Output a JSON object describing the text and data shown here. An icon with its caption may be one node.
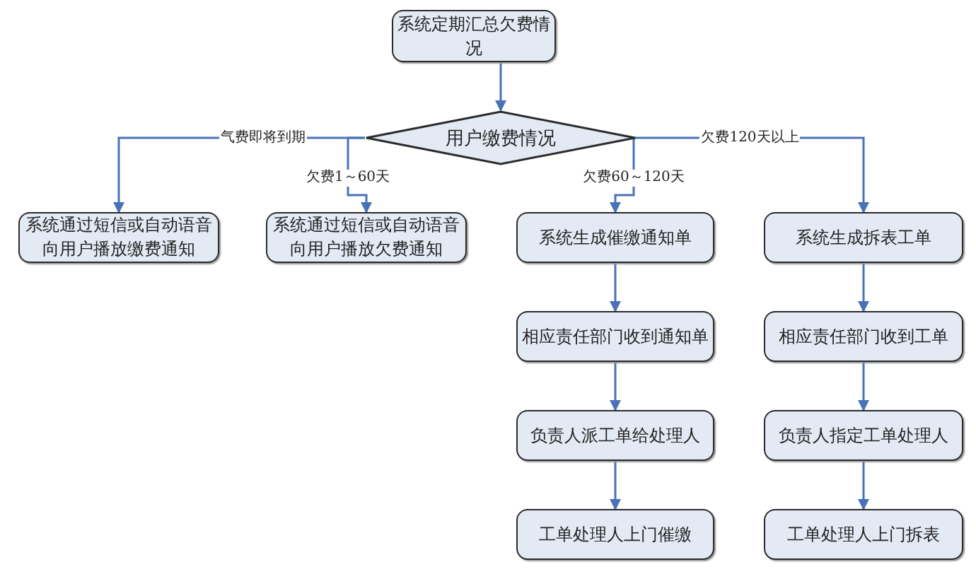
{
  "diagram": {
    "nodes": [
      {
        "text": [
          "系统定期汇总欠费情况"
        ]
      },
      {
        "text": [
          "用户缴费情况"
        ]
      },
      {
        "text": [
          "系统通过短信或自动语音向用户播放缴费通知"
        ]
      },
      {
        "text": [
          "系统通过短信或自动语音向用户播放欠费通知"
        ]
      },
      {
        "text": [
          "系统生成催缴通知单"
        ]
      },
      {
        "text": [
          "系统生成拆表工单"
        ]
      },
      {
        "text": [
          "相应责任部门收到通知单"
        ]
      },
      {
        "text": [
          "相应责任部门收到工单"
        ]
      },
      {
        "text": [
          "负责人派工单给处理人"
        ]
      },
      {
        "text": [
          "负责人指定工单处理人"
        ]
      },
      {
        "text": [
          "工单处理人上门催缴"
        ]
      },
      {
        "text": [
          "工单处理人上门拆表"
        ]
      }
    ],
    "edges": [
      {
        "from": 0,
        "to": 1,
        "arrow": "to"
      },
      {
        "from": 1,
        "to": 2,
        "arrow": "to",
        "label": "气费即将到期"
      },
      {
        "from": 1,
        "to": 3,
        "arrow": "to",
        "label": "欠费1～60天"
      },
      {
        "from": 1,
        "to": 4,
        "arrow": "to",
        "label": "欠费60～120天"
      },
      {
        "from": 1,
        "to": 5,
        "arrow": "to",
        "label": "欠费120天以上"
      },
      {
        "from": 4,
        "to": 6,
        "arrow": "to"
      },
      {
        "from": 6,
        "to": 8,
        "arrow": "to"
      },
      {
        "from": 8,
        "to": 10,
        "arrow": "to"
      },
      {
        "from": 5,
        "to": 7,
        "arrow": "to"
      },
      {
        "from": 7,
        "to": 9,
        "arrow": "to"
      },
      {
        "from": 9,
        "to": 11,
        "arrow": "to"
      }
    ]
  }
}
